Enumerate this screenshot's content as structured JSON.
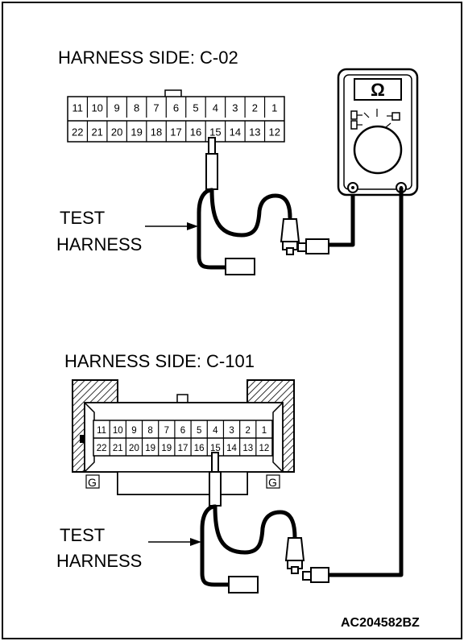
{
  "connector_c02": {
    "label": "HARNESS SIDE: C-02",
    "top_row": [
      "11",
      "10",
      "9",
      "8",
      "7",
      "6",
      "5",
      "4",
      "3",
      "2",
      "1"
    ],
    "bottom_row": [
      "22",
      "21",
      "20",
      "19",
      "18",
      "17",
      "16",
      "15",
      "14",
      "13",
      "12"
    ],
    "probed_pin": "15"
  },
  "connector_c101": {
    "label": "HARNESS SIDE: C-101",
    "top_row": [
      "11",
      "10",
      "9",
      "8",
      "7",
      "6",
      "5",
      "4",
      "3",
      "2",
      "1"
    ],
    "bottom_row": [
      "22",
      "21",
      "20",
      "19",
      "19",
      "17",
      "16",
      "15",
      "14",
      "13",
      "12"
    ],
    "probed_pin": "15",
    "ground_marks": [
      "G",
      "G"
    ]
  },
  "test_harness_1": {
    "line1": "TEST",
    "line2": "HARNESS"
  },
  "test_harness_2": {
    "line1": "TEST",
    "line2": "HARNESS"
  },
  "multimeter": {
    "display": "Ω"
  },
  "figure_code": "AC204582BZ",
  "colors": {
    "line": "#000000",
    "background": "#ffffff",
    "hatch": "#000000"
  }
}
